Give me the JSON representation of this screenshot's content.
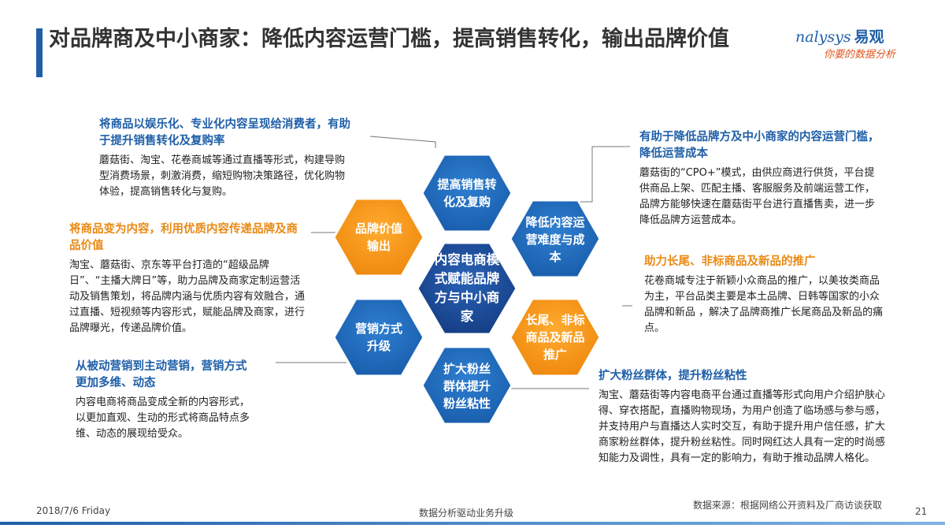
{
  "title": "对品牌商及中小商家：降低内容运营门槛，提高销售转化，输出品牌价值",
  "logo": {
    "brand": "nalysys",
    "brand_cn": "易观",
    "tagline": "你要的数据分析"
  },
  "hexagons": {
    "center": "内容电商模式赋能品牌方与中小商家",
    "top": "提高销售转化及复购",
    "upper_right": "降低内容运营难度与成本",
    "lower_right": "长尾、非标商品及新品推广",
    "bottom": "扩大粉丝群体提升粉丝粘性",
    "lower_left": "营销方式升级",
    "upper_left": "品牌价值输出"
  },
  "blocks": {
    "b1": {
      "head": "将商品以娱乐化、专业化内容呈现给消费者，有助于提升销售转化及复购率",
      "desc": "蘑菇街、淘宝、花卷商城等通过直播等形式，构建导购型消费场景，刺激消费，缩短购物决策路径，优化购物体验，提高销售转化与复购。"
    },
    "b2": {
      "head": "将商品变为内容，利用优质内容传递品牌及商品价值",
      "desc": "淘宝、蘑菇街、京东等平台打造的“超级品牌日”、“主播大牌日”等，助力品牌及商家定制运营活动及销售策划，将品牌内涵与优质内容有效融合，通过直播、短视频等内容形式，赋能品牌及商家，进行品牌曝光，传递品牌价值。"
    },
    "b3": {
      "head": "从被动营销到主动营销，营销方式更加多维、动态",
      "desc": "内容电商将商品变成全新的内容形式，以更加直观、生动的形式将商品特点多维、动态的展现给受众。"
    },
    "b4": {
      "head": "有助于降低品牌方及中小商家的内容运营门槛，降低运营成本",
      "desc": "蘑菇街的“CPO+”模式，由供应商进行供货，平台提供商品上架、匹配主播、客服服务及前端运营工作，品牌方能够快速在蘑菇街平台进行直播售卖，进一步降低品牌方运营成本。"
    },
    "b5": {
      "head": "助力长尾、非标商品及新品的推广",
      "desc": "花卷商城专注于新颖小众商品的推广，以美妆类商品为主，平台品类主要是本土品牌、日韩等国家的小众品牌和新品 ，解决了品牌商推广长尾商品及新品的痛点。"
    },
    "b6": {
      "head": "扩大粉丝群体，提升粉丝粘性",
      "desc": "淘宝、蘑菇街等内容电商平台通过直播等形式向用户介绍护肤心得、穿衣搭配，直播购物现场，为用户创造了临场感与参与感，并支持用户与直播达人实时交互，有助于提升用户信任感，扩大商家粉丝群体，提升粉丝粘性。同时网红达人具有一定的时尚感知能力及调性，具有一定的影响力，有助于推动品牌人格化。"
    }
  },
  "footer": {
    "date": "2018/7/6 Friday",
    "middle": "数据分析驱动业务升级",
    "source": "数据来源：根据网络公开资料及厂商访谈获取",
    "page": "21"
  },
  "colors": {
    "blue": "#1f5fa8",
    "orange": "#f39a1d",
    "navy": "#1c4c9a"
  }
}
